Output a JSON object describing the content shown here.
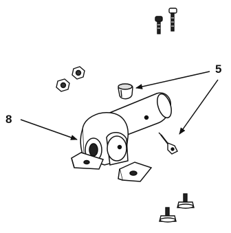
{
  "diagram": {
    "callouts": [
      {
        "id": "five",
        "label": "5"
      },
      {
        "id": "eight",
        "label": "8"
      }
    ],
    "line_color": "#111111",
    "background": "#ffffff"
  }
}
